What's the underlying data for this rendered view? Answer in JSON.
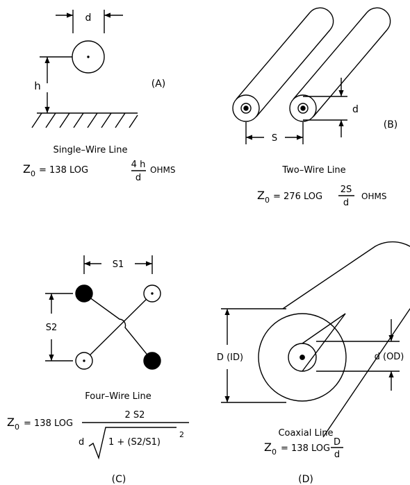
{
  "panel_a": {
    "tag": "(A)",
    "dim_d": "d",
    "dim_h": "h",
    "name": "Single–Wire Line",
    "formula": {
      "z": "Z",
      "sub": "0",
      "eq": "= 138 LOG",
      "num": "4 h",
      "den": "d",
      "unit": "OHMS"
    }
  },
  "panel_b": {
    "tag": "(B)",
    "dim_d": "d",
    "dim_s": "S",
    "name": "Two–Wire Line",
    "formula": {
      "z": "Z",
      "sub": "0",
      "eq": "= 276 LOG",
      "num": "2S",
      "den": "d",
      "unit": "OHMS"
    }
  },
  "panel_c": {
    "tag": "(C)",
    "dim_s1": "S1",
    "dim_s2": "S2",
    "name": "Four–Wire Line",
    "formula": {
      "z": "Z",
      "sub": "0",
      "eq": "= 138 LOG",
      "num": "2 S2",
      "den_d": "d",
      "den_expr": "1 + (S2/S1)",
      "den_exp": "2"
    }
  },
  "panel_d": {
    "tag": "(D)",
    "dim_outer": "D (ID)",
    "dim_inner": "d (OD)",
    "name": "Coaxial Line",
    "formula": {
      "z": "Z",
      "sub": "0",
      "eq": "= 138 LOG",
      "num": "D",
      "den": "d"
    }
  }
}
